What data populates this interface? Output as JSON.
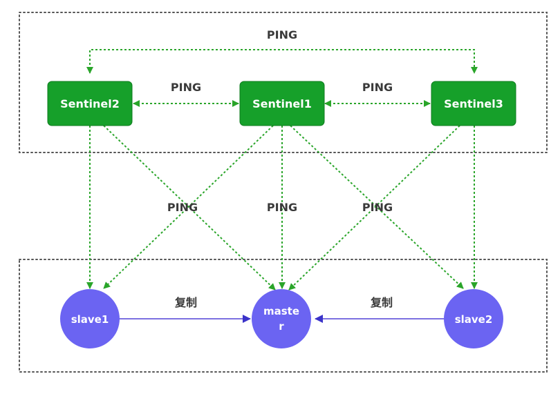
{
  "labels": {
    "ping_top": "PING",
    "ping_left": "PING",
    "ping_right": "PING",
    "ping_mid_left": "PING",
    "ping_mid_center": "PING",
    "ping_mid_right": "PING",
    "replicate_left": "复制",
    "replicate_right": "复制"
  },
  "sentinels": {
    "s2": "Sentinel2",
    "s1": "Sentinel1",
    "s3": "Sentinel3"
  },
  "nodes": {
    "slave1": "slave1",
    "master_line1": "maste",
    "master_line2": "r",
    "slave2": "slave2"
  },
  "colors": {
    "sentinel": "#16a02a",
    "link": "#2aa52a",
    "node": "#6b64f2",
    "replication": "#7b6fe0"
  }
}
